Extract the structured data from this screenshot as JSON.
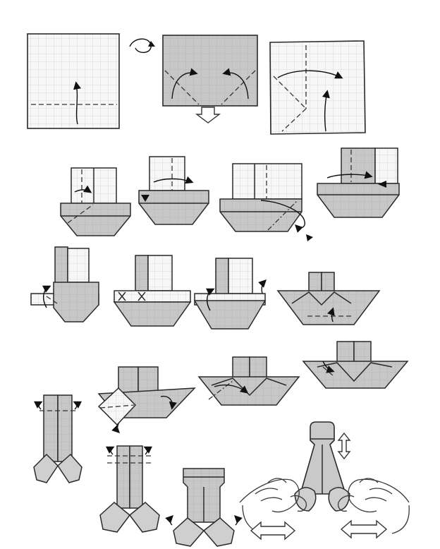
{
  "diagram": {
    "steps": [
      {
        "id": "step-1"
      },
      {
        "id": "step-2"
      },
      {
        "id": "step-3"
      },
      {
        "id": "step-4"
      },
      {
        "id": "step-5"
      },
      {
        "id": "step-6"
      },
      {
        "id": "step-7"
      },
      {
        "id": "step-8"
      },
      {
        "id": "step-9"
      },
      {
        "id": "step-10"
      },
      {
        "id": "step-11"
      },
      {
        "id": "step-12"
      },
      {
        "id": "step-13"
      },
      {
        "id": "step-14"
      },
      {
        "id": "step-15"
      },
      {
        "id": "step-16"
      },
      {
        "id": "step-17"
      },
      {
        "id": "step-18"
      }
    ],
    "colors": {
      "paper_white": "#f6f6f6",
      "paper_grey": "#c9c9c9",
      "grid": "#b9b9b9",
      "ink": "#2a2a2a"
    }
  }
}
